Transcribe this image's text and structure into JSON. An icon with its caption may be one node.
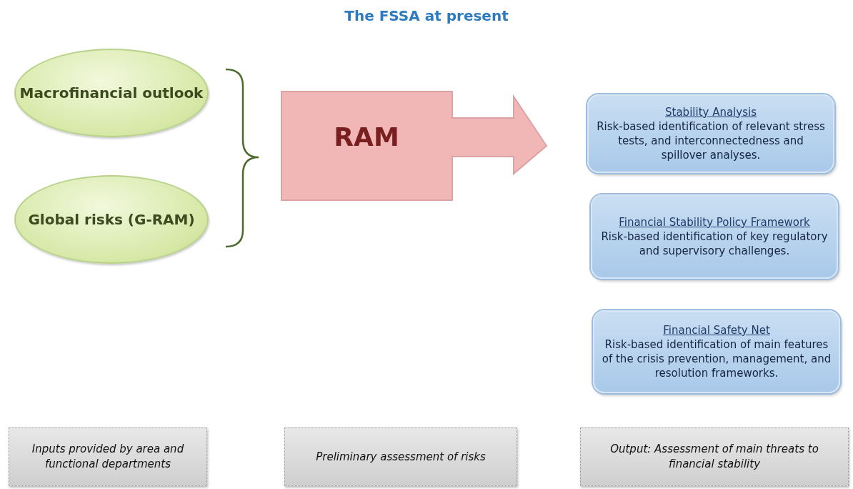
{
  "diagram": {
    "title": "The FSSA at present",
    "nodes": [
      {
        "text": [
          "Macrofinancial outlook"
        ]
      },
      {
        "text": [
          "Global risks (G-RAM)"
        ]
      },
      {
        "text": [
          "RAM"
        ]
      },
      {
        "text": [
          "Stability Analysis",
          "Risk-based identification of relevant stress tests, and interconnectedness and spillover analyses."
        ]
      },
      {
        "text": [
          "Financial Stability Policy Framework",
          "Risk-based identification of key regulatory and supervisory challenges."
        ]
      },
      {
        "text": [
          "Financial Safety Net",
          "Risk-based identification  of main features of the crisis prevention, management, and resolution frameworks."
        ]
      },
      {
        "text": [
          "Inputs provided by area and functional departments"
        ]
      },
      {
        "text": [
          "Preliminary assessment of risks"
        ]
      },
      {
        "text": [
          "Output: Assessment of main threats to financial stability"
        ]
      }
    ]
  }
}
